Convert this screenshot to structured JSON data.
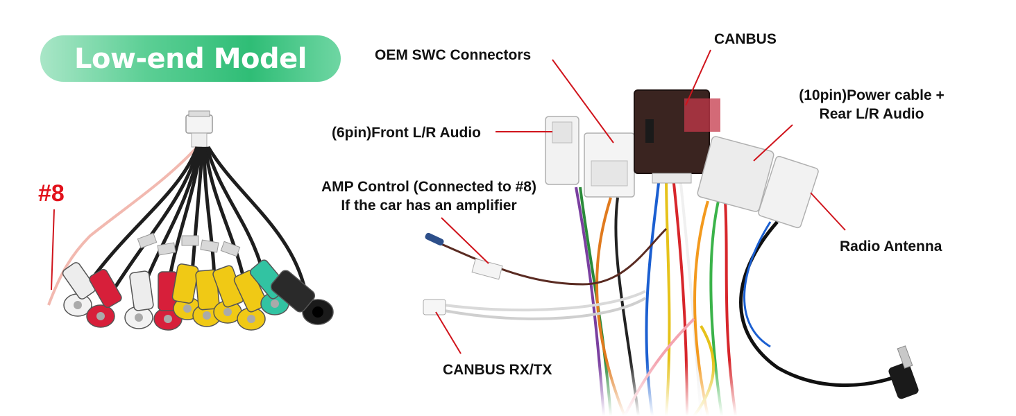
{
  "badge": {
    "text": "Low-end Model"
  },
  "labels": {
    "marker_8": "#8",
    "oem_swc": "OEM SWC Connectors",
    "canbus": "CANBUS",
    "front_audio": "(6pin)Front L/R Audio",
    "power_line1": "(10pin)Power cable +",
    "power_line2": "Rear L/R Audio",
    "amp_line1": "AMP Control (Connected to #8)",
    "amp_line2": "If the car has an amplifier",
    "radio_antenna": "Radio Antenna",
    "canbus_rxtx": "CANBUS RX/TX"
  },
  "colors": {
    "badge_green": "#2fbd76",
    "callout_red": "#d0141c",
    "marker_red": "#e2111b"
  }
}
